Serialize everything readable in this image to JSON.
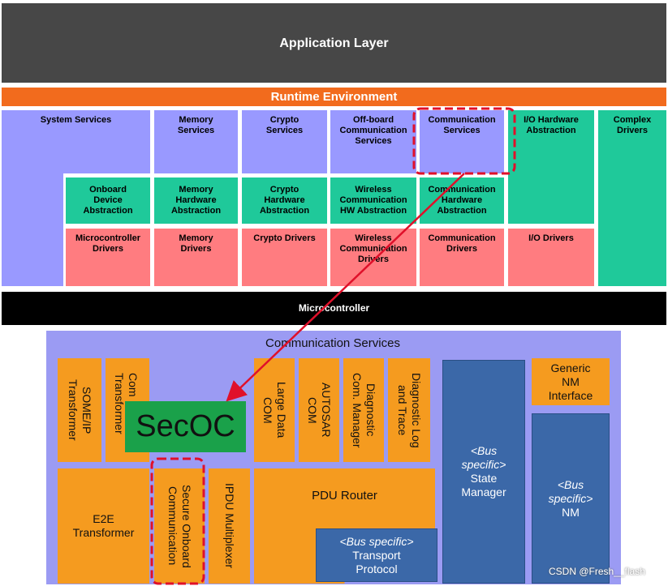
{
  "top_architecture": {
    "application_layer": "Application Layer",
    "runtime_environment": "Runtime Environment",
    "microcontroller": "Microcontroller",
    "services": {
      "system": "System Services",
      "memory": "Memory\nServices",
      "crypto": "Crypto\nServices",
      "offboard": "Off-board\nCommunication\nServices",
      "communication": "Communication\nServices",
      "io_hw": "I/O Hardware\nAbstraction",
      "complex": "Complex\nDrivers"
    },
    "abstraction": {
      "onboard": "Onboard\nDevice\nAbstraction",
      "memory": "Memory\nHardware\nAbstraction",
      "crypto": "Crypto\nHardware\nAbstraction",
      "wireless": "Wireless\nCommunication\nHW Abstraction",
      "communication": "Communication\nHardware\nAbstraction"
    },
    "drivers": {
      "mcu": "Microcontroller\nDrivers",
      "memory": "Memory\nDrivers",
      "crypto": "Crypto  Drivers",
      "wireless": "Wireless\nCommunication\nDrivers",
      "communication": "Communication\nDrivers",
      "io": "I/O Drivers"
    }
  },
  "comm_detail": {
    "title": "Communication Services",
    "someip": "SOME/IP\nTransformer",
    "com_transformer": "Com\nTransformer",
    "large_data": "Large Data\nCOM",
    "autosar": "AUTOSAR\nCOM",
    "diag_com": "Diagnostic\nCom. Manager",
    "diag_log": "Diagnostic Log\nand Trace",
    "secoc": "SecOC",
    "e2e": "E2E\nTransformer",
    "secure_onboard": "Secure Onboard\nCommunication",
    "ipdu_mux": "IPDU Multiplexer",
    "pdu_router": "PDU Router",
    "transport_italic": "<Bus specific>",
    "transport_text": "Transport\nProtocol",
    "state_italic": "<Bus\nspecific>",
    "state_text": "State\nManager",
    "generic_nm": "Generic\nNM\nInterface",
    "nm_italic": "<Bus\nspecific>",
    "nm_text": "NM"
  },
  "watermark": "CSDN @Fresh__flash",
  "colors": {
    "app_layer": "#474747",
    "rte": "#f26b1d",
    "services": "#9999ff",
    "abstraction": "#1fc99a",
    "drivers": "#ff7c80",
    "microcontroller": "#000000",
    "orange_module": "#f59b1f",
    "blue_module": "#3b68a8",
    "secoc": "#1aa14a",
    "highlight": "#e0102a"
  }
}
